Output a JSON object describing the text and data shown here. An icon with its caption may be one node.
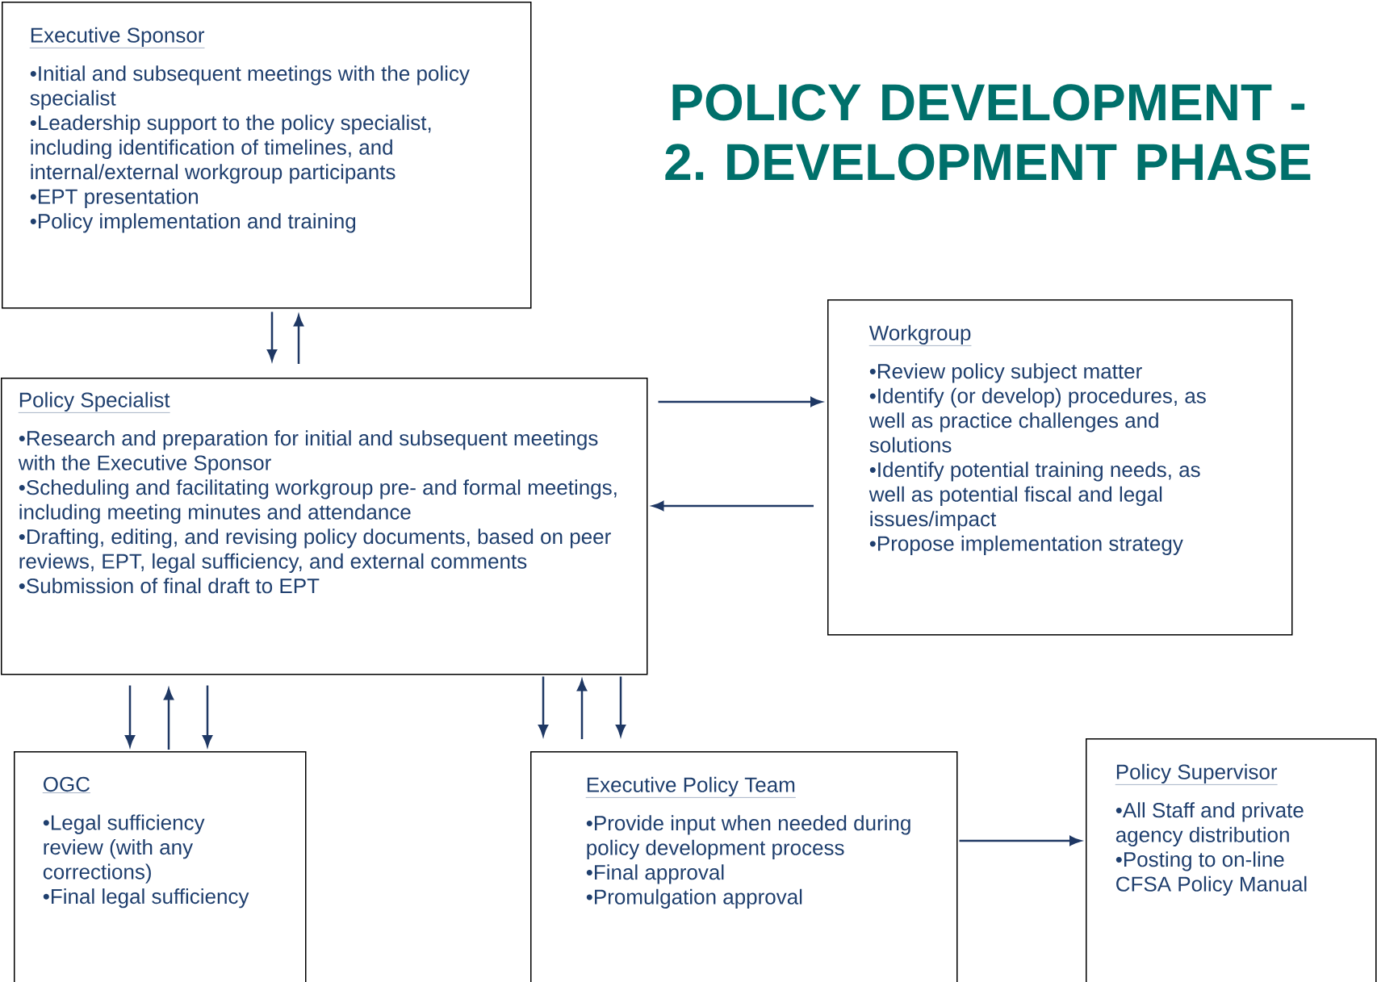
{
  "diagram": {
    "title": "POLICY DEVELOPMENT - 2. DEVELOPMENT PHASE",
    "nodes": [
      {
        "text": [
          "Executive Sponsor",
          "•Initial and subsequent meetings with the policy specialist",
          "•Leadership support to the policy specialist, including identification of timelines, and internal/external workgroup participants",
          "•EPT presentation",
          "•Policy implementation and training"
        ]
      },
      {
        "text": [
          "Policy Specialist",
          "•Research and preparation for initial and subsequent meetings with the Executive Sponsor",
          "•Scheduling and facilitating workgroup pre- and formal meetings, including meeting minutes and attendance",
          "•Drafting, editing, and revising policy documents,  based on peer reviews, EPT, legal sufficiency, and external comments",
          "•Submission of final draft to EPT"
        ]
      },
      {
        "text": [
          "Workgroup",
          "•Review policy subject matter",
          "•Identify (or develop) procedures, as well as practice challenges and solutions",
          "•Identify potential training needs, as well as potential fiscal and legal issues/impact",
          "•Propose implementation strategy"
        ]
      },
      {
        "text": [
          "OGC",
          "•Legal sufficiency review (with any corrections)",
          "•Final legal sufficiency"
        ]
      },
      {
        "text": [
          "Executive Policy Team",
          "•Provide input when needed during policy development process",
          "•Final approval",
          "•Promulgation approval"
        ]
      },
      {
        "text": [
          "Policy Supervisor",
          "•All Staff and private agency distribution",
          "•Posting to on-line CFSA Policy Manual"
        ]
      }
    ],
    "edges": [
      {
        "from": 0,
        "to": 1,
        "arrow": "to"
      },
      {
        "from": 1,
        "to": 0,
        "arrow": "to"
      },
      {
        "from": 1,
        "to": 2,
        "arrow": "to"
      },
      {
        "from": 2,
        "to": 1,
        "arrow": "to"
      },
      {
        "from": 1,
        "to": 3,
        "arrow": "to"
      },
      {
        "from": 3,
        "to": 1,
        "arrow": "to"
      },
      {
        "from": 1,
        "to": 3,
        "arrow": "to"
      },
      {
        "from": 1,
        "to": 4,
        "arrow": "to"
      },
      {
        "from": 4,
        "to": 1,
        "arrow": "to"
      },
      {
        "from": 1,
        "to": 4,
        "arrow": "to"
      },
      {
        "from": 4,
        "to": 5,
        "arrow": "to"
      }
    ]
  }
}
